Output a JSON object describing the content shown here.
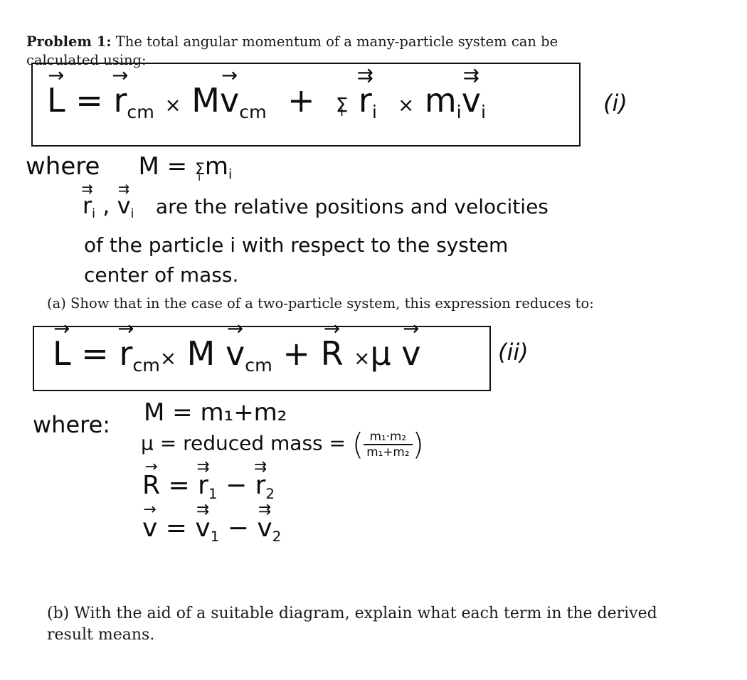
{
  "problem": {
    "label": "Problem 1:",
    "intro": "The total angular momentum of a many-particle system can be calculated using:"
  },
  "eq1": {
    "L": "L",
    "eq": "=",
    "rcm": "r",
    "cm": "cm",
    "times1": "×",
    "M": "M",
    "vcm": "v",
    "cm2": "cm",
    "plus": "+",
    "sum": "Σ",
    "sum_i": "i",
    "ri": "r",
    "ri_sub": "i",
    "times2": "×",
    "mi": "m",
    "mi_sub": "i",
    "vi": "v",
    "vi_sub": "i",
    "tag": "(i)"
  },
  "where1": {
    "word": "where",
    "M_def_lhs": "M",
    "M_def_eq": "=",
    "M_def_sum": "Σ",
    "M_def_sub": "i",
    "M_def_m": "m",
    "M_def_msub": "i",
    "vars_r": "r",
    "vars_r_sub": "i",
    "vars_comma": ",",
    "vars_v": "v",
    "vars_v_sub": "i",
    "line1": "are   the   relative   positions   and   velocities",
    "line2": "of  the  particle  i  with  respect  to  the  system",
    "line3": "center  of  mass."
  },
  "part_a": "(a) Show that in the case of a two-particle system, this expression reduces to:",
  "eq2": {
    "L": "L",
    "eq": "=",
    "rcm": "r",
    "cm": "cm",
    "times1": "×",
    "M": "M",
    "vcm": "v",
    "cm2": "cm",
    "plus": "+",
    "R": "R",
    "times2": "×",
    "mu": "μ",
    "v": "v",
    "tag": "(ii)"
  },
  "where2": {
    "word": "where:",
    "row1": "M = m₁+m₂",
    "row2_lhs": "μ = reduced mass =",
    "row2_num": "m₁·m₂",
    "row2_den": "m₁+m₂",
    "row3_lhs": "R",
    "row3_eq": "=",
    "row3_r1": "r",
    "row3_r1_sub": "1",
    "row3_minus": "−",
    "row3_r2": "r",
    "row3_r2_sub": "2",
    "row4_lhs": "v",
    "row4_eq": "=",
    "row4_v1": "v",
    "row4_v1_sub": "1",
    "row4_minus": "−",
    "row4_v2": "v",
    "row4_v2_sub": "2"
  },
  "part_b": "(b) With the aid of a suitable diagram, explain what each term in the derived result means."
}
